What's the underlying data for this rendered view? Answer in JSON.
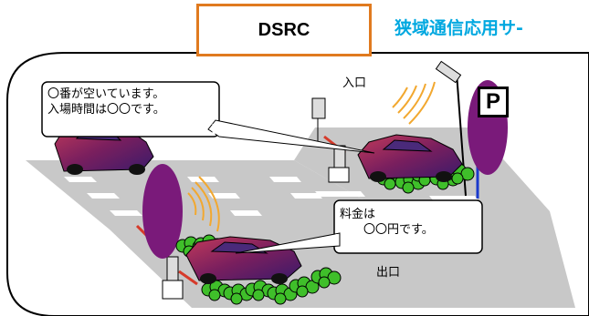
{
  "title": "DSRC",
  "subtitle": "狭域通信応用サ-",
  "bubble_entry": "〇番が空いています。\n入場時間は〇〇です。",
  "bubble_exit": "料金は\n　　〇〇円です。",
  "label_entrance": "入口",
  "label_exit": "出口",
  "parking_sign": "P",
  "colors": {
    "title_border": "#e07a1f",
    "subtitle": "#00a8e0",
    "car": "#7a1f5e",
    "antenna": "#7a1a7a",
    "signal": "#f2a830",
    "bushes": "#3fbf2a",
    "road": "#c8c8c8"
  }
}
